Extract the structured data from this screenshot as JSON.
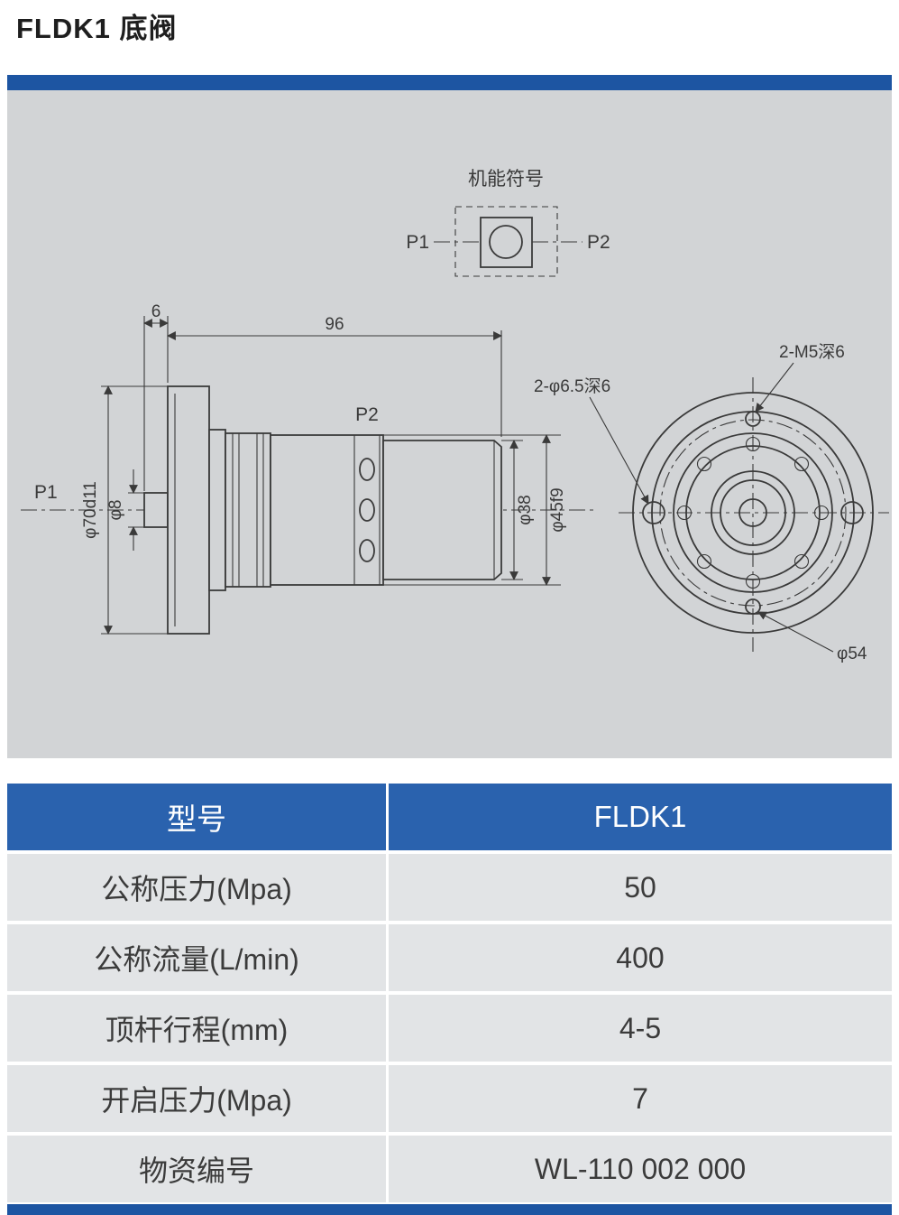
{
  "page": {
    "title": "FLDK1 底阀"
  },
  "colors": {
    "accent_bar": "#1d55a2",
    "table_header_blue": "#2a62ae",
    "panel_gray": "#d2d4d6",
    "row_gray": "#e2e4e6",
    "line_color": "#3a3a3a"
  },
  "drawing": {
    "symbol": {
      "title": "机能符号",
      "p1": "P1",
      "p2": "P2"
    },
    "side_view": {
      "p1": "P1",
      "p2": "P2",
      "dim_pin_len": "6",
      "dim_body_len": "96",
      "dim_flange_od": "φ70d11",
      "dim_pin_od": "φ8",
      "dim_thread_od": "φ38",
      "dim_body_od": "φ45f9"
    },
    "front_view": {
      "label_tapped_holes": "2-M5深6",
      "label_through_holes": "2-φ6.5深6",
      "label_bolt_circle": "φ54"
    }
  },
  "table": {
    "header": {
      "label": "型号",
      "value": "FLDK1"
    },
    "rows": [
      {
        "label": "公称压力(Mpa)",
        "value": "50"
      },
      {
        "label": "公称流量(L/min)",
        "value": "400"
      },
      {
        "label": "顶杆行程(mm)",
        "value": "4-5"
      },
      {
        "label": "开启压力(Mpa)",
        "value": "7"
      },
      {
        "label": "物资编号",
        "value": "WL-110 002 000"
      }
    ]
  }
}
